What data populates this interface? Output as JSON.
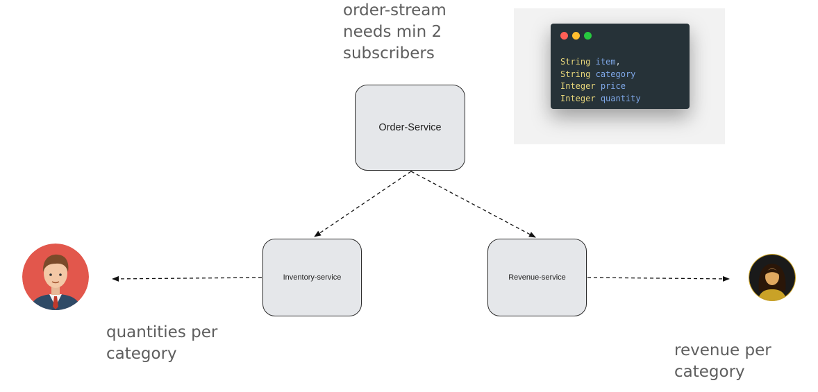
{
  "notes": {
    "top": [
      "order-stream",
      "needs min 2",
      "subscribers"
    ],
    "left": [
      "quantities per",
      "category"
    ],
    "right": [
      "revenue per",
      "category"
    ]
  },
  "boxes": {
    "order": "Order-Service",
    "inventory": "Inventory-service",
    "revenue": "Revenue-service"
  },
  "code": {
    "lines": [
      {
        "type": "String",
        "name": "item",
        "punct": ","
      },
      {
        "type": "String",
        "name": "category",
        "punct": ""
      },
      {
        "type": "Integer",
        "name": "price",
        "punct": ""
      },
      {
        "type": "Integer",
        "name": "quantity",
        "punct": ""
      }
    ]
  },
  "colors": {
    "box_fill": "#e5e7ea",
    "code_bg": "#263238",
    "avatar_man_bg": "#e2574c",
    "avatar_woman_bg": "#1a1a1a"
  },
  "icons": {
    "man": "man-avatar-icon",
    "woman": "woman-avatar-icon"
  }
}
